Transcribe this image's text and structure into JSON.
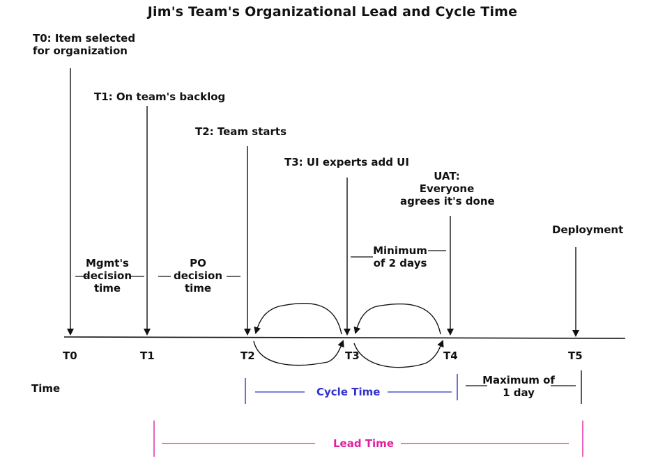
{
  "title": "Jim's Team's Organizational Lead and Cycle Time",
  "events": [
    {
      "id": "t0",
      "label_line1": "T0: Item selected",
      "label_line2": "for organization"
    },
    {
      "id": "t1",
      "label_line1": "T1: On team's backlog"
    },
    {
      "id": "t2",
      "label_line1": "T2: Team starts"
    },
    {
      "id": "t3",
      "label_line1": "T3: UI experts add UI"
    },
    {
      "id": "uat",
      "label_line1": "UAT:",
      "label_line2": "Everyone",
      "label_line3": "agrees it's done"
    },
    {
      "id": "t5",
      "label_line1": "Deployment"
    }
  ],
  "intervals": {
    "mgmt": {
      "line1": "Mgmt's",
      "line2": "decision",
      "line3": "time"
    },
    "po": {
      "line1": "PO",
      "line2": "decision",
      "line3": "time"
    },
    "minimum": {
      "line1": "Minimum",
      "line2": "of 2 days"
    },
    "maximum": {
      "line1": "Maximum of",
      "line2": "1 day"
    }
  },
  "ticks": [
    "T0",
    "T1",
    "T2",
    "T3",
    "T4",
    "T5"
  ],
  "axis_label": "Time",
  "spans": {
    "cycle": {
      "label": "Cycle Time",
      "color": "#3030d0"
    },
    "lead": {
      "label": "Lead Time",
      "color": "#e020a0"
    }
  }
}
